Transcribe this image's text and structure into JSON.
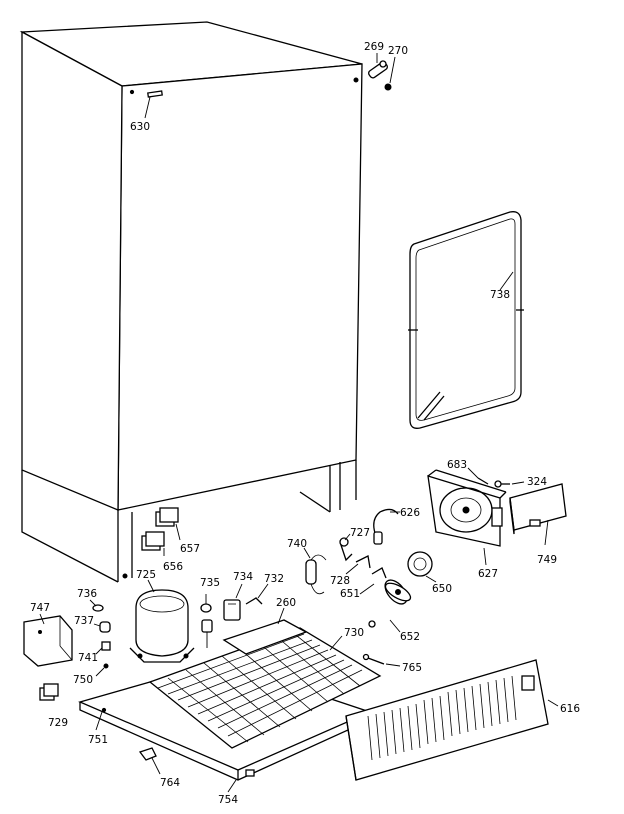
{
  "callouts": {
    "c269": "269",
    "c270": "270",
    "c630": "630",
    "c738": "738",
    "c683": "683",
    "c324": "324",
    "c626": "626",
    "c727": "727",
    "c740": "740",
    "c728": "728",
    "c651": "651",
    "c650": "650",
    "c627": "627",
    "c749": "749",
    "c657": "657",
    "c656": "656",
    "c725": "725",
    "c735": "735",
    "c734": "734",
    "c732": "732",
    "c260": "260",
    "c730": "730",
    "c652": "652",
    "c765": "765",
    "c736": "736",
    "c747": "747",
    "c737": "737",
    "c741": "741",
    "c750": "750",
    "c729": "729",
    "c751": "751",
    "c764": "764",
    "c754": "754",
    "c616": "616"
  }
}
